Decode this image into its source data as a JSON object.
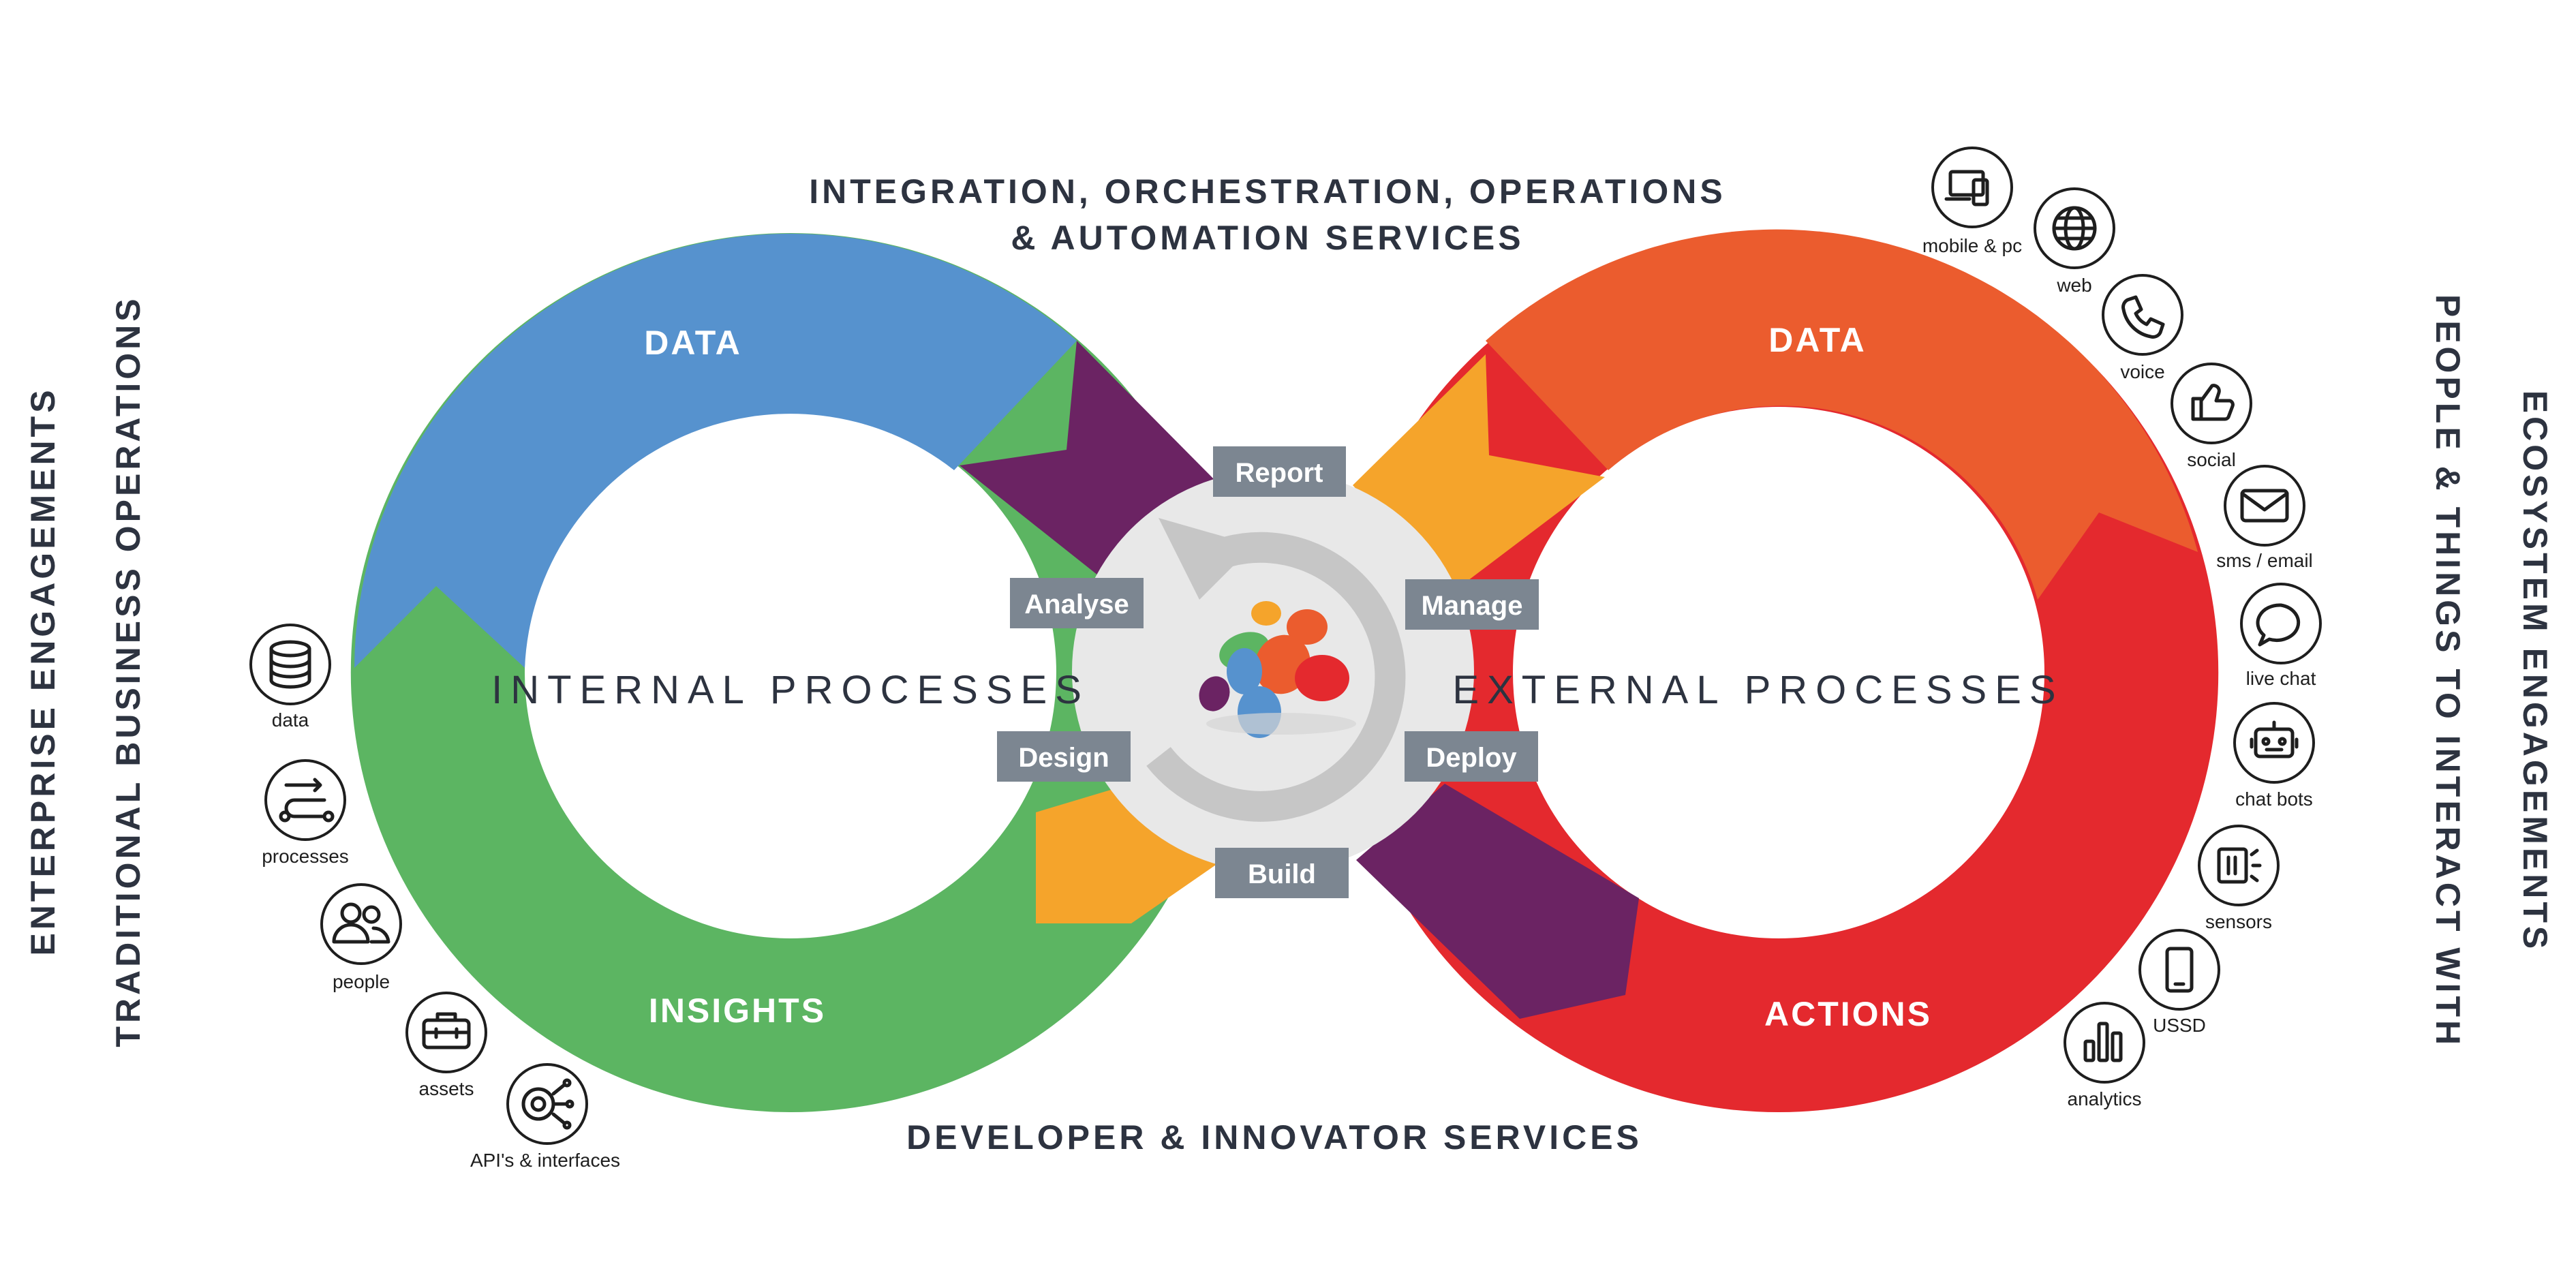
{
  "header": {
    "top_line1": "INTEGRATION, ORCHESTRATION, OPERATIONS",
    "top_line2": "& AUTOMATION SERVICES",
    "bottom": "DEVELOPER & INNOVATOR SERVICES",
    "left_outer": "ENTERPRISE ENGAGEMENTS",
    "left_inner": "TRADITIONAL BUSINESS OPERATIONS",
    "right_inner": "PEOPLE & THINGS TO INTERACT WITH",
    "right_outer": "ECOSYSTEM ENGAGEMENTS"
  },
  "loops": {
    "left_data": "DATA",
    "left_insights": "INSIGHTS",
    "right_data": "DATA",
    "right_actions": "ACTIONS",
    "internal": "INTERNAL PROCESSES",
    "external": "EXTERNAL PROCESSES"
  },
  "colors": {
    "blue": "#5692ce",
    "green": "#5cb562",
    "purple": "#6b2363",
    "orange_light": "#f5a42b",
    "orange": "#eb5c2e",
    "red": "#e4292e",
    "box": "#7c8691",
    "hub": "#e8e8e8",
    "text": "#2d3340"
  },
  "steps": {
    "report": "Report",
    "analyse": "Analyse",
    "manage": "Manage",
    "design": "Design",
    "deploy": "Deploy",
    "build": "Build"
  },
  "left_icons": [
    {
      "icon": "database-icon",
      "label": "data"
    },
    {
      "icon": "processes-icon",
      "label": "processes"
    },
    {
      "icon": "people-icon",
      "label": "people"
    },
    {
      "icon": "toolbox-icon",
      "label": "assets"
    },
    {
      "icon": "gear-network-icon",
      "label": "API's & interfaces"
    }
  ],
  "right_icons": [
    {
      "icon": "devices-icon",
      "label": "mobile & pc"
    },
    {
      "icon": "globe-icon",
      "label": "web"
    },
    {
      "icon": "phone-icon",
      "label": "voice"
    },
    {
      "icon": "thumbs-up-icon",
      "label": "social"
    },
    {
      "icon": "envelope-icon",
      "label": "sms / email"
    },
    {
      "icon": "chat-bubble-icon",
      "label": "live chat"
    },
    {
      "icon": "robot-icon",
      "label": "chat bots"
    },
    {
      "icon": "sensor-icon",
      "label": "sensors"
    },
    {
      "icon": "mobile-icon",
      "label": "USSD"
    },
    {
      "icon": "bar-chart-icon",
      "label": "analytics"
    }
  ]
}
